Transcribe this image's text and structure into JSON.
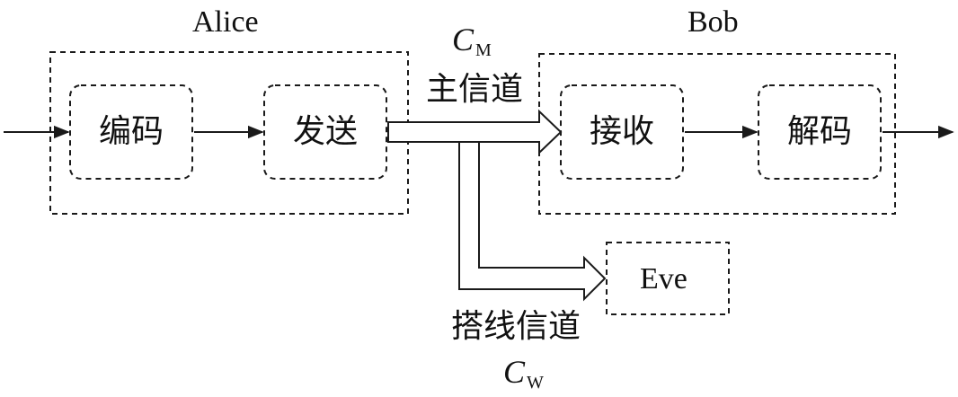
{
  "alice": {
    "title": "Alice",
    "encode": "编码",
    "send": "发送"
  },
  "bob": {
    "title": "Bob",
    "receive": "接收",
    "decode": "解码"
  },
  "eve": {
    "label": "Eve"
  },
  "main_channel": {
    "label": "主信道",
    "capacity_symbol": "C",
    "capacity_subscript": "M"
  },
  "wiretap_channel": {
    "label": "搭线信道",
    "capacity_symbol": "C",
    "capacity_subscript": "W"
  },
  "colors": {
    "stroke": "#1a1a1a",
    "background": "#ffffff"
  }
}
